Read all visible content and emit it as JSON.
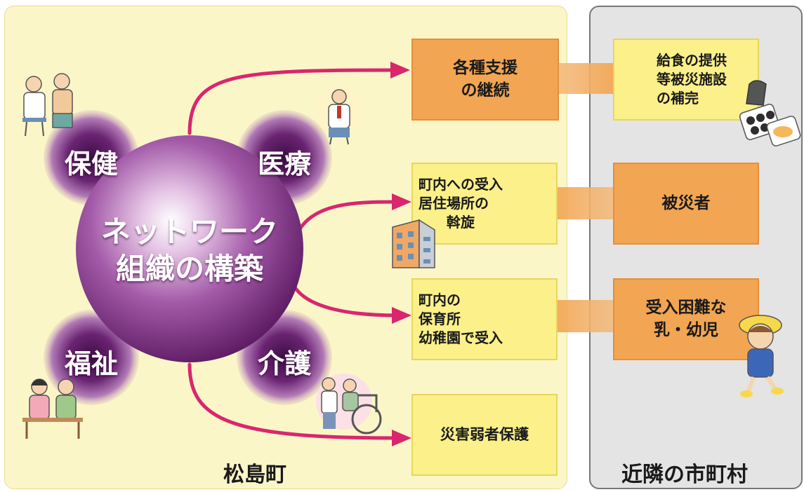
{
  "colors": {
    "left_panel_bg": "#fbf6c8",
    "right_panel_bg": "#e4e4e4",
    "arrow_pink": "#d9266e",
    "box_orange": "#f2a552",
    "box_yellow": "#fbf08a",
    "bubble_purple": "#7a2a7e"
  },
  "regions": {
    "left_label": "松島町",
    "right_label": "近隣の市町村"
  },
  "center": {
    "label": "ネットワーク\n組織の構築"
  },
  "bubbles": {
    "health": "保健",
    "medical": "医療",
    "welfare": "福祉",
    "care": "介護"
  },
  "boxes": {
    "support_continuation": "各種支援\nの継続",
    "meal_supply": "給食の提供\n等被災施設\nの補完",
    "housing_placement": "町内への受入\n居住場所の\n　　斡旋",
    "disaster_victims": "被災者",
    "nursery_acceptance": "町内の\n保育所\n幼稚園で受入",
    "infants_difficult": "受入困難な\n乳・幼児",
    "vulnerable_protection": "災害弱者保護"
  },
  "icons": {
    "health": "doctor-patient-icon",
    "medical": "doctor-icon",
    "welfare": "elderly-people-icon",
    "care": "wheelchair-caregiver-icon",
    "housing": "apartment-building-icon",
    "child": "kindergarten-child-icon",
    "meal": "bento-meal-icon"
  }
}
